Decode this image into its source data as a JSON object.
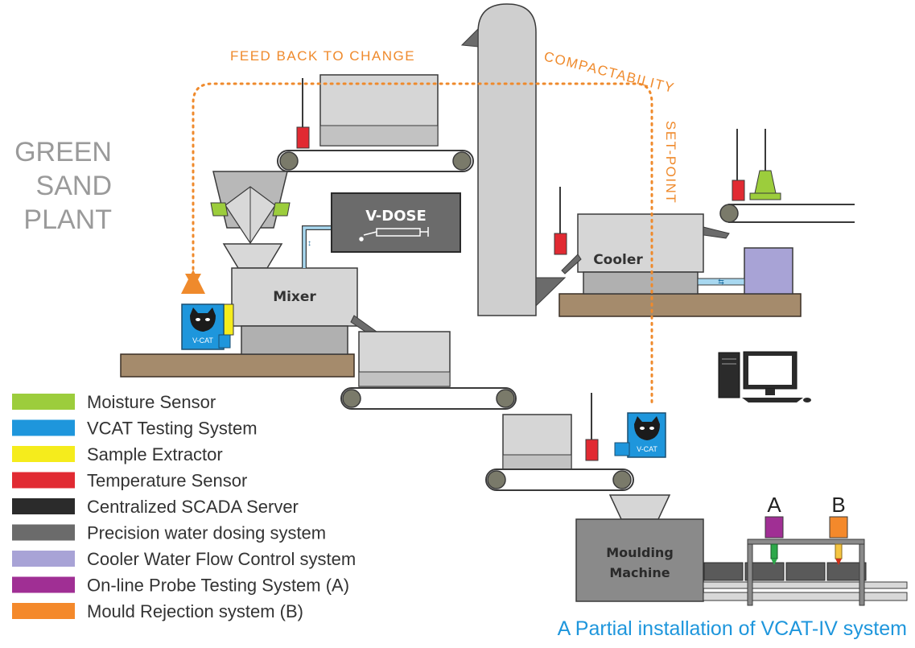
{
  "plant_title": [
    "GREEN",
    "SAND",
    "PLANT"
  ],
  "feedback_text": {
    "part1": "FEED BACK TO CHANGE",
    "part2": "COMPACTABILITY",
    "part3": "SET-POINT"
  },
  "equipment": {
    "vdose": "V-DOSE",
    "mixer": "Mixer",
    "cooler": "Cooler",
    "moulding_line1": "Moulding",
    "moulding_line2": "Machine",
    "vcat_badge": "V-CAT",
    "probe_a": "A",
    "probe_b": "B"
  },
  "legend": [
    {
      "label": "Moisture Sensor",
      "color": "#9ccd3c"
    },
    {
      "label": "VCAT Testing System",
      "color": "#1e96dc"
    },
    {
      "label": "Sample Extractor",
      "color": "#f5ec1c"
    },
    {
      "label": "Temperature Sensor",
      "color": "#e12a32"
    },
    {
      "label": "Centralized SCADA Server",
      "color": "#2b2b2b"
    },
    {
      "label": "Precision water dosing system",
      "color": "#6b6b6b"
    },
    {
      "label": "Cooler Water Flow Control system",
      "color": "#a8a3d6"
    },
    {
      "label": "On-line Probe Testing System (A)",
      "color": "#a02f94"
    },
    {
      "label": "Mould Rejection system (B)",
      "color": "#f4892b"
    }
  ],
  "caption": "A Partial installation of VCAT-IV system",
  "colors": {
    "dashed_line": "#ef8a2c",
    "caption": "#1e96dc",
    "floor": "#a58b6c"
  }
}
